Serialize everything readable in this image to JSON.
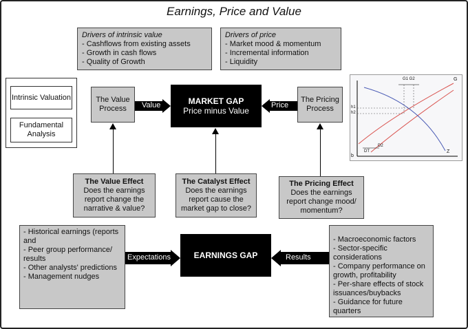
{
  "title": "Earnings, Price and Value",
  "drivers_value": {
    "header": "Drivers of intrinsic value",
    "items": [
      "- Cashflows from existing assets",
      "- Growth in cash flows",
      "- Quality of Growth"
    ]
  },
  "drivers_price": {
    "header": "Drivers of price",
    "items": [
      "- Market mood & momentum",
      "- Incremental information",
      "- Liquidity"
    ]
  },
  "left_panel": {
    "box1": "Intrinsic Valuation",
    "box2": "Fundamental Analysis"
  },
  "value_process": "The Value Process",
  "value_arrow": "Value",
  "market_gap": {
    "title": "MARKET GAP",
    "subtitle": "Price minus Value"
  },
  "price_arrow": "Price",
  "pricing_process": "The Pricing Process",
  "graph": {
    "top_label": "G1 G2",
    "right_label": "G",
    "label_h1": "h1",
    "label_h2": "h2",
    "label_dt": "DT",
    "label_d2": "D2",
    "label_b": "b",
    "label_z": "Z"
  },
  "value_effect": {
    "title": "The Value Effect",
    "text": "Does the earnings report change the narrative & value?"
  },
  "catalyst_effect": {
    "title": "The Catalyst Effect",
    "text": "Does the earnings report cause the market gap to close?"
  },
  "pricing_effect": {
    "title": "The Pricing Effect",
    "text": "Does the earnings report change mood/ momentum?"
  },
  "expectations": {
    "items": [
      "- Historical earnings (reports and",
      "- Peer group performance/ results",
      "- Other analysts' predictions",
      "- Management nudges"
    ]
  },
  "expectations_arrow": "Expectations",
  "earnings_gap": "EARNINGS GAP",
  "results_arrow": "Results",
  "results": {
    "items": [
      "- Macroeconomic factors",
      "- Sector-specific considerations",
      "- Company performance on growth, profitability",
      "- Per-share effects of stock issuances/buybacks",
      "- Guidance for future quarters"
    ]
  },
  "colors": {
    "box_grey": "#c8c8c8",
    "black": "#000000",
    "graph_red": "#d9534f",
    "graph_blue": "#4a5bb5"
  }
}
